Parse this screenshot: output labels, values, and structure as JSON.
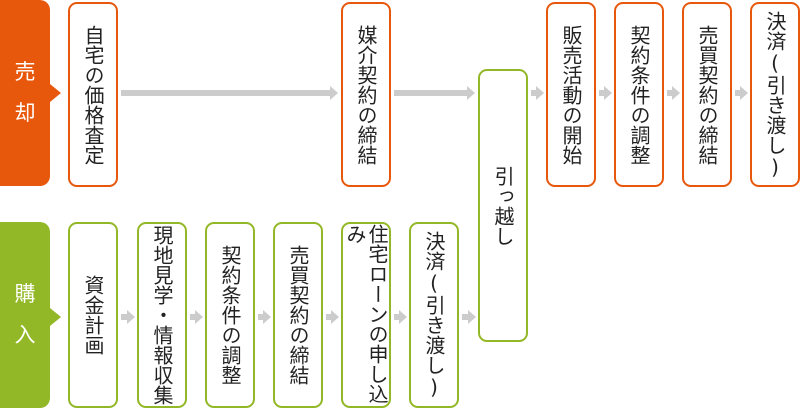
{
  "sell": {
    "label": [
      "売",
      "却"
    ],
    "color": "#e8580c",
    "steps": [
      "自宅の価格査定",
      "媒介契約の締結",
      "販売活動の開始",
      "契約条件の調整",
      "売買契約の締結",
      "決済(引き渡し)"
    ]
  },
  "buy": {
    "label": [
      "購",
      "入"
    ],
    "color": "#93b827",
    "steps": [
      "資金計画",
      "現地見学・情報収集",
      "契約条件の調整",
      "売買契約の締結",
      "住宅ローンの申し込み",
      "決済(引き渡し)"
    ]
  },
  "shared": {
    "step": "引っ越し",
    "color": "#93b827"
  },
  "arrow_color": "#cccccc"
}
